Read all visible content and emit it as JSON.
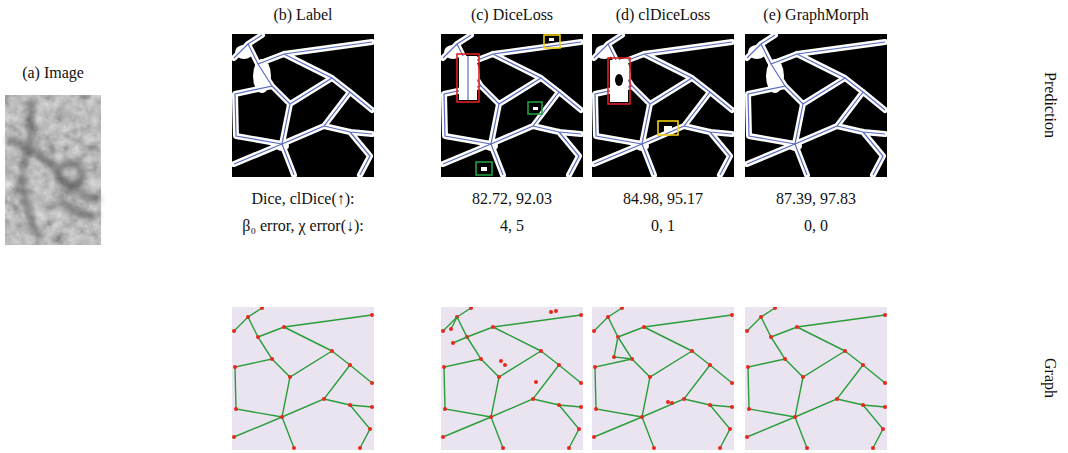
{
  "diagram": {
    "labels": [
      "(a) Image",
      "(b) Label",
      "(c) DiceLoss",
      "(d) clDiceLoss",
      "(e) GraphMorph",
      "Prediction",
      "Dice, clDice(↑):",
      "82.72, 92.03",
      "84.98, 95.17",
      "87.39, 97.83",
      "β₀ error, χ error(↓):",
      "4, 5",
      "0, 1",
      "0, 0",
      "Graph"
    ]
  }
}
